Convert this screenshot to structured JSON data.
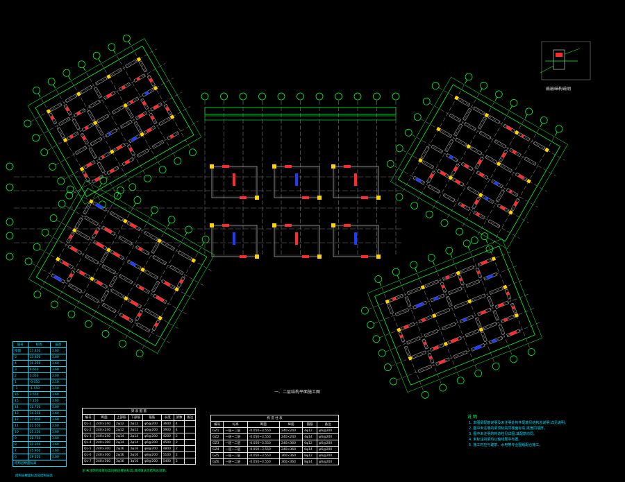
{
  "plan_title": "一、二层结构平面施工图",
  "detail_title": "底层结构说明",
  "notes_title": "说 明",
  "notes": [
    "1. 本图梁配筋说明及未注明处构件配筋见结构总说明,详见说明。",
    "2. 图中未注明的梁顶标高同楼面标高,梁宽同墙厚。",
    "3. 图中未注明的构造柱见详图,其配筋均同。",
    "4. 未标注的梁均以轴线居中布置。",
    "5. 施工时应与建筑、水电等专业图纸配合施工。"
  ],
  "beam_table": {
    "title": "梁 表 配 筋",
    "headers": [
      "编号",
      "断面",
      "上部筋",
      "下部筋",
      "箍筋",
      "长度",
      "梁数",
      "备注"
    ],
    "rows": [
      [
        "QL-1",
        "240×240",
        "2φ12",
        "2φ12",
        "φ6@200",
        "3600",
        "4",
        ""
      ],
      [
        "QL-2",
        "240×240",
        "2φ12",
        "2φ12",
        "φ6@200",
        "3900",
        "4",
        ""
      ],
      [
        "QL-3",
        "240×240",
        "2φ14",
        "2φ14",
        "φ6@200",
        "4200",
        "2",
        ""
      ],
      [
        "QL-4",
        "240×300",
        "2φ14",
        "2φ14",
        "φ6@200",
        "4500",
        "2",
        ""
      ],
      [
        "QL-5",
        "240×300",
        "2φ16",
        "2φ16",
        "φ8@200",
        "4800",
        "2",
        ""
      ],
      [
        "QL-6",
        "240×300",
        "2φ16",
        "2φ16",
        "φ8@200",
        "5100",
        "2",
        ""
      ],
      [
        "QL-7",
        "240×360",
        "3φ16",
        "3φ16",
        "φ8@200",
        "5400",
        "2",
        ""
      ]
    ],
    "footnote": "注:未注明的梁底标高同相应楼层标高,具体做法见结构总说明。"
  },
  "column_table": {
    "title": "构 造 柱 表",
    "headers": [
      "编号",
      "标高",
      "断面",
      "纵筋",
      "箍筋",
      "备注"
    ],
    "rows": [
      [
        "GZ1",
        "一层~二层",
        "-0.050~3.550",
        "240×240",
        "4φ12",
        "φ6@200"
      ],
      [
        "GZ2",
        "一层~二层",
        "-0.050~3.550",
        "240×240",
        "4φ14",
        "φ6@200"
      ],
      [
        "GZ3",
        "一层~二层",
        "-0.050~3.550",
        "240×360",
        "6φ12",
        "φ6@200"
      ],
      [
        "GZ4",
        "一层~二层",
        "-0.050~3.550",
        "240×360",
        "6φ14",
        "φ6@200"
      ],
      [
        "GZ5",
        "一层~二层",
        "-0.050~3.550",
        "360×360",
        "8φ12",
        "φ6@200"
      ],
      [
        "GZ6",
        "一层~二层",
        "-0.050~3.550",
        "360×360",
        "8φ14",
        "φ6@200"
      ]
    ]
  },
  "level_table": {
    "headers": [
      "层号",
      "标高",
      "层高"
    ],
    "rows": [
      [
        "屋面",
        "17.450",
        "3.60"
      ],
      [
        "5",
        "13.850",
        "3.60"
      ],
      [
        "4",
        "10.250",
        "3.60"
      ],
      [
        "3",
        "6.650",
        "3.60"
      ],
      [
        "2",
        "3.050",
        "3.60"
      ],
      [
        "1",
        "-0.050",
        "3.10"
      ],
      [
        "-1",
        "-1.550",
        "1.50"
      ],
      [
        "16",
        "3.550",
        "3.60"
      ],
      [
        "15",
        "7.150",
        "3.60"
      ],
      [
        "14",
        "10.750",
        "3.60"
      ],
      [
        "13",
        "14.350",
        "3.60"
      ],
      [
        "12",
        "17.950",
        "3.60"
      ],
      [
        "11",
        "21.550",
        "3.60"
      ],
      [
        "10",
        "25.150",
        "3.60"
      ],
      [
        "9",
        "28.750",
        "3.60"
      ],
      [
        "8",
        "32.350",
        "3.60"
      ],
      [
        "7",
        "35.950",
        "3.60"
      ],
      [
        "6",
        "39.550",
        "3.60"
      ]
    ],
    "side_label": "结构层楼面标高",
    "caption": "结构层楼面标高及结构层高"
  },
  "colors": {
    "background": "#000000",
    "axis": "#00ff33",
    "grid": "#7a7a7a",
    "wall": "#9a9a9a",
    "rebar_red": "#ff2a2a",
    "rebar_blue": "#1e3cff",
    "text": "#d8d8d8",
    "table": "#00e0ff"
  }
}
